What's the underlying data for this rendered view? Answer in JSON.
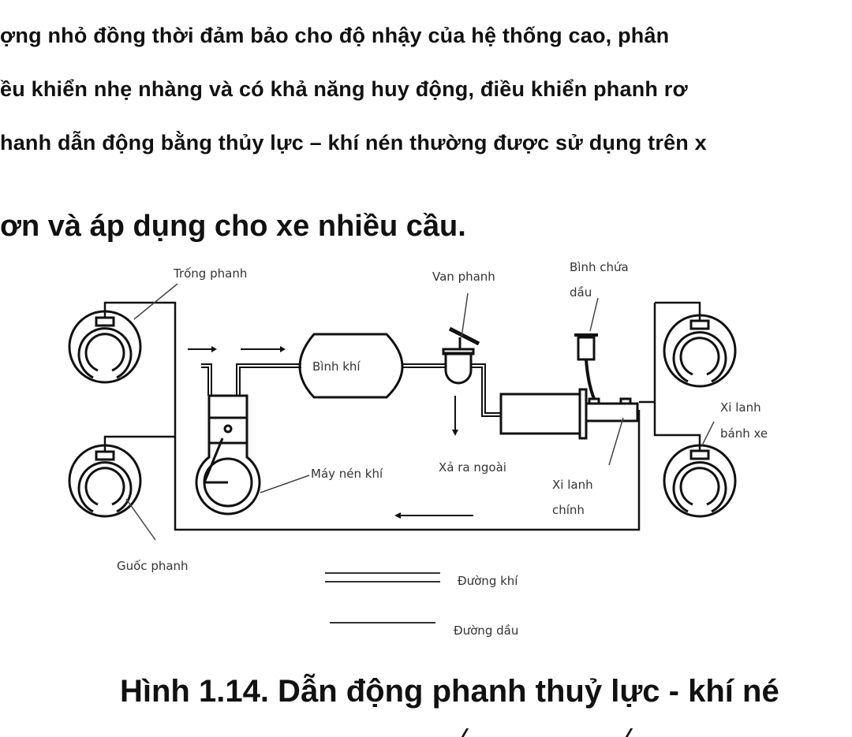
{
  "paragraph": {
    "lines": [
      "ợng nhỏ đồng thời đảm bảo cho độ nhậy của hệ thống cao, phân",
      "ều khiển nhẹ nhàng và có khả năng huy động, điều khiển phanh rơ",
      "hanh dẫn động bằng thủy lực – khí nén thường được sử dụng trên x"
    ],
    "continuation": "ơn và áp dụng cho xe nhiều cầu."
  },
  "diagram": {
    "labels": {
      "drum": "Trống phanh",
      "shoe": "Guốc phanh",
      "air_tank": "Bình khí",
      "compressor": "Máy nén khí",
      "brake_valve": "Van phanh",
      "exhaust": "Xả ra ngoài",
      "oil_reservoir_1": "Bình chứa",
      "oil_reservoir_2": "dầu",
      "master_cyl_1": "Xi lanh",
      "master_cyl_2": "chính",
      "wheel_cyl_1": "Xi lanh",
      "wheel_cyl_2": "bánh xe"
    },
    "legend": {
      "air_line": "Đường khí",
      "oil_line": "Đường dầu"
    }
  },
  "caption": "Hình 1.14. Dẫn động phanh thuỷ lực - khí né"
}
